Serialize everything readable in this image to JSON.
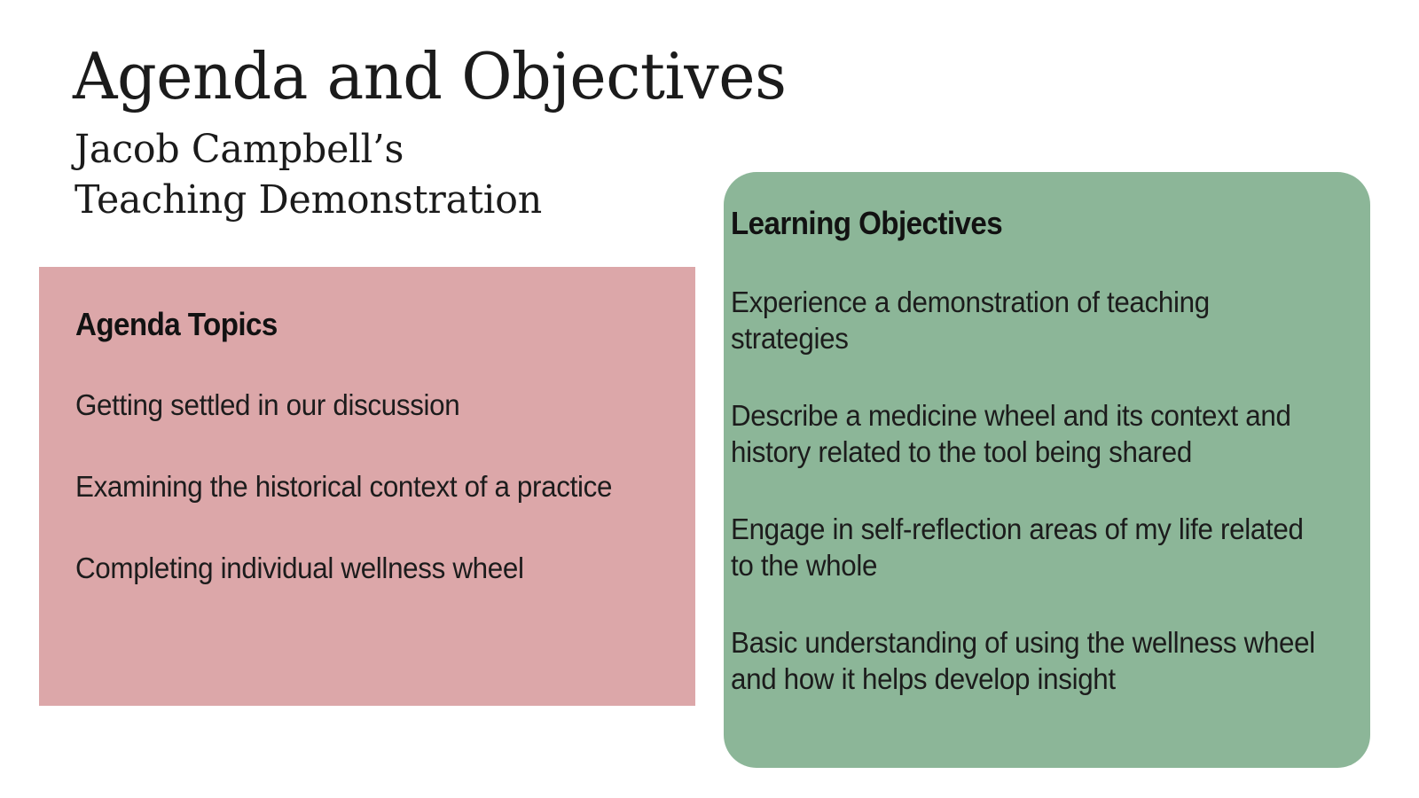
{
  "slide": {
    "title": "Agenda and Objectives",
    "subtitle_lines": [
      "Jacob Campbell’s",
      "Teaching Demonstration"
    ],
    "background_color": "#ffffff",
    "text_color": "#1b1b1b"
  },
  "agenda_panel": {
    "heading": "Agenda Topics",
    "background_color": "#dca7a9",
    "items": [
      "Getting settled in our discussion",
      "Examining the historical context of a practice",
      "Completing individual wellness wheel"
    ]
  },
  "objectives_panel": {
    "heading": "Learning Objectives",
    "background_color": "#8cb698",
    "items": [
      "Experience a demonstration of teaching strategies",
      "Describe a medicine wheel and its context and history related to the tool being shared",
      "Engage in self-reflection areas of my life related to the whole",
      "Basic understanding of using the wellness wheel and how it helps develop insight"
    ]
  }
}
